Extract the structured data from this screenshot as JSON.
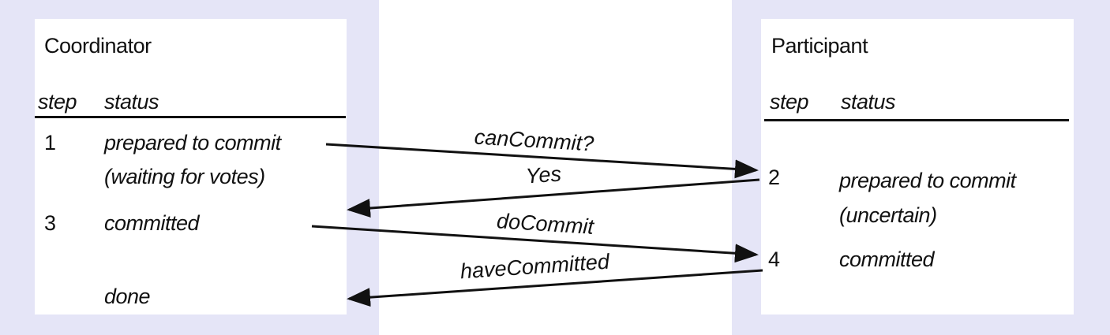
{
  "colors": {
    "band": "#e5e5f7",
    "panel": "#ffffff",
    "ink": "#111111"
  },
  "coordinator": {
    "title": "Coordinator",
    "header": {
      "step": "step",
      "status": "status"
    },
    "rows": [
      {
        "step": "1",
        "status": "prepared to commit"
      },
      {
        "step": "",
        "status": "(waiting for votes)"
      },
      {
        "step": "3",
        "status": "committed"
      },
      {
        "step": "",
        "status": "done"
      }
    ]
  },
  "participant": {
    "title": "Participant",
    "header": {
      "step": "step",
      "status": "status"
    },
    "rows": [
      {
        "step": "2",
        "status": "prepared to commit"
      },
      {
        "step": "",
        "status": "(uncertain)"
      },
      {
        "step": "4",
        "status": "committed"
      }
    ]
  },
  "messages": [
    {
      "label": "canCommit?",
      "direction": "coordinator-to-participant"
    },
    {
      "label": "Yes",
      "direction": "participant-to-coordinator"
    },
    {
      "label": "doCommit",
      "direction": "coordinator-to-participant"
    },
    {
      "label": "haveCommitted",
      "direction": "participant-to-coordinator"
    }
  ]
}
